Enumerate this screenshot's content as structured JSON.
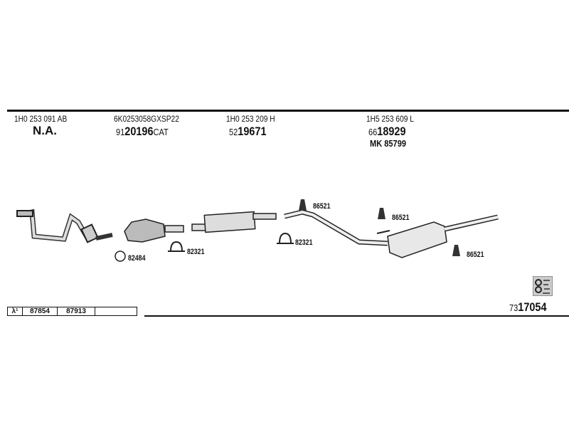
{
  "columns": [
    {
      "oe": "1H0 253 091 AB",
      "part_prefix": "",
      "part_main": "N.A.",
      "part_suffix": ""
    },
    {
      "oe": "6K0253058GXSP22",
      "part_prefix": "91",
      "part_main": "20196",
      "part_suffix": "CAT"
    },
    {
      "oe": "1H0 253 209 H",
      "part_prefix": "52",
      "part_main": "19671",
      "part_suffix": ""
    },
    {
      "oe": "1H5 253 609 L",
      "part_prefix": "66",
      "part_main": "18929",
      "part_suffix": "",
      "extra": "MK  85799"
    }
  ],
  "accessories": {
    "gasket": "82484",
    "clamp_1": "82321",
    "clamp_2": "82321",
    "hanger_1": "86521",
    "hanger_2": "86521",
    "hanger_3": "86521"
  },
  "lambda_table": {
    "symbol": "λ¹",
    "values": [
      "87854",
      "87913",
      ""
    ]
  },
  "kit": {
    "prefix": "73",
    "main": "17054"
  },
  "icons": [
    "qr-code-icon"
  ]
}
